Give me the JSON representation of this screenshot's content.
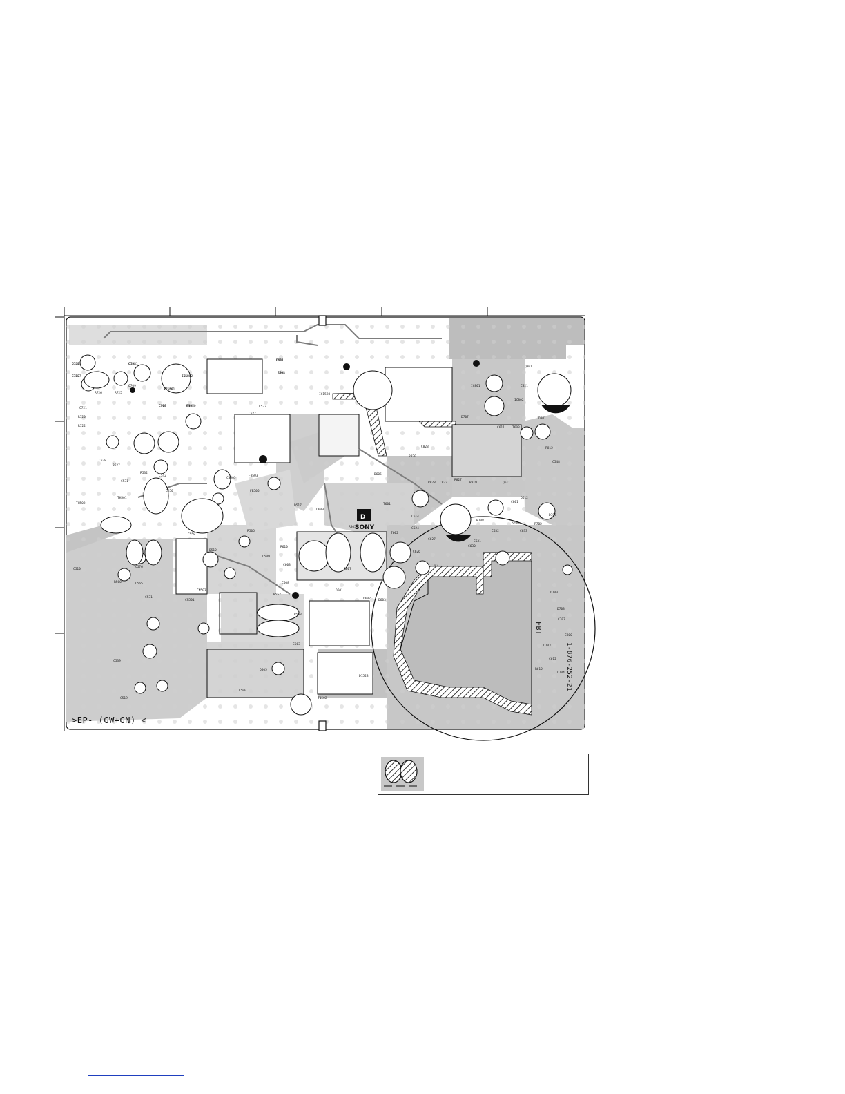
{
  "board": {
    "edge_label": ">EP- (GW+GN) <",
    "board_number": "1-876-252-21",
    "logo_brand": "SONY",
    "logo_mark": "D",
    "fbt_label": "FBT"
  },
  "components": [
    {
      "ref": "C742"
    },
    {
      "ref": "C720"
    },
    {
      "ref": "Q708"
    },
    {
      "ref": "IC1501"
    },
    {
      "ref": "IC501"
    },
    {
      "ref": "D511"
    },
    {
      "ref": "R508"
    },
    {
      "ref": "C570"
    },
    {
      "ref": "C1570"
    },
    {
      "ref": "R726"
    },
    {
      "ref": "R725"
    },
    {
      "ref": "Q709"
    },
    {
      "ref": "C721"
    },
    {
      "ref": "R720"
    },
    {
      "ref": "R722"
    },
    {
      "ref": "R527"
    },
    {
      "ref": "C528"
    },
    {
      "ref": "C531"
    },
    {
      "ref": "R532"
    },
    {
      "ref": "TH501"
    },
    {
      "ref": "TH502"
    },
    {
      "ref": "C542"
    },
    {
      "ref": "C550"
    },
    {
      "ref": "C558"
    },
    {
      "ref": "C576"
    },
    {
      "ref": "R560"
    },
    {
      "ref": "C565"
    },
    {
      "ref": "C510"
    },
    {
      "ref": "C539"
    },
    {
      "ref": "C519"
    },
    {
      "ref": "C531"
    },
    {
      "ref": "CN501"
    },
    {
      "ref": "CN503"
    },
    {
      "ref": "CN505"
    },
    {
      "ref": "FB503"
    },
    {
      "ref": "FB506"
    },
    {
      "ref": "R506"
    },
    {
      "ref": "D512"
    },
    {
      "ref": "D517"
    },
    {
      "ref": "C509"
    },
    {
      "ref": "R552"
    },
    {
      "ref": "R553"
    },
    {
      "ref": "C563"
    },
    {
      "ref": "C500"
    },
    {
      "ref": "Q505"
    },
    {
      "ref": "R610"
    },
    {
      "ref": "C603"
    },
    {
      "ref": "C608"
    },
    {
      "ref": "C609"
    },
    {
      "ref": "R807"
    },
    {
      "ref": "R805"
    },
    {
      "ref": "D601"
    },
    {
      "ref": "D602"
    },
    {
      "ref": "D603"
    },
    {
      "ref": "D605"
    },
    {
      "ref": "T601"
    },
    {
      "ref": "T602"
    },
    {
      "ref": "C614"
    },
    {
      "ref": "C624"
    },
    {
      "ref": "C626"
    },
    {
      "ref": "C627"
    },
    {
      "ref": "C630"
    },
    {
      "ref": "C631"
    },
    {
      "ref": "C632"
    },
    {
      "ref": "C633"
    },
    {
      "ref": "Q611"
    },
    {
      "ref": "Q612"
    },
    {
      "ref": "R612"
    },
    {
      "ref": "C612"
    },
    {
      "ref": "C703"
    },
    {
      "ref": "C704"
    },
    {
      "ref": "D700"
    },
    {
      "ref": "D703"
    },
    {
      "ref": "D705"
    },
    {
      "ref": "R702"
    },
    {
      "ref": "R706"
    },
    {
      "ref": "R708"
    },
    {
      "ref": "C702"
    },
    {
      "ref": "C707"
    },
    {
      "ref": "C800"
    },
    {
      "ref": "C801"
    },
    {
      "ref": "R819"
    },
    {
      "ref": "R828"
    },
    {
      "ref": "R827"
    },
    {
      "ref": "R820"
    },
    {
      "ref": "C822"
    },
    {
      "ref": "C823"
    },
    {
      "ref": "C821"
    },
    {
      "ref": "D707"
    },
    {
      "ref": "T603"
    },
    {
      "ref": "C611"
    },
    {
      "ref": "IC801"
    },
    {
      "ref": "IC802"
    },
    {
      "ref": "Q801"
    },
    {
      "ref": "D801"
    },
    {
      "ref": "R812"
    },
    {
      "ref": "C548"
    },
    {
      "ref": "C527"
    },
    {
      "ref": "C533"
    },
    {
      "ref": "IC1528"
    },
    {
      "ref": "D1528"
    },
    {
      "ref": "T1502"
    },
    {
      "ref": "D1501"
    },
    {
      "ref": "C1527"
    },
    {
      "ref": "C1521"
    },
    {
      "ref": "R1540"
    },
    {
      "ref": "CN1502"
    },
    {
      "ref": "D901"
    },
    {
      "ref": "C901"
    },
    {
      "ref": "C908"
    },
    {
      "ref": "R908"
    }
  ]
}
